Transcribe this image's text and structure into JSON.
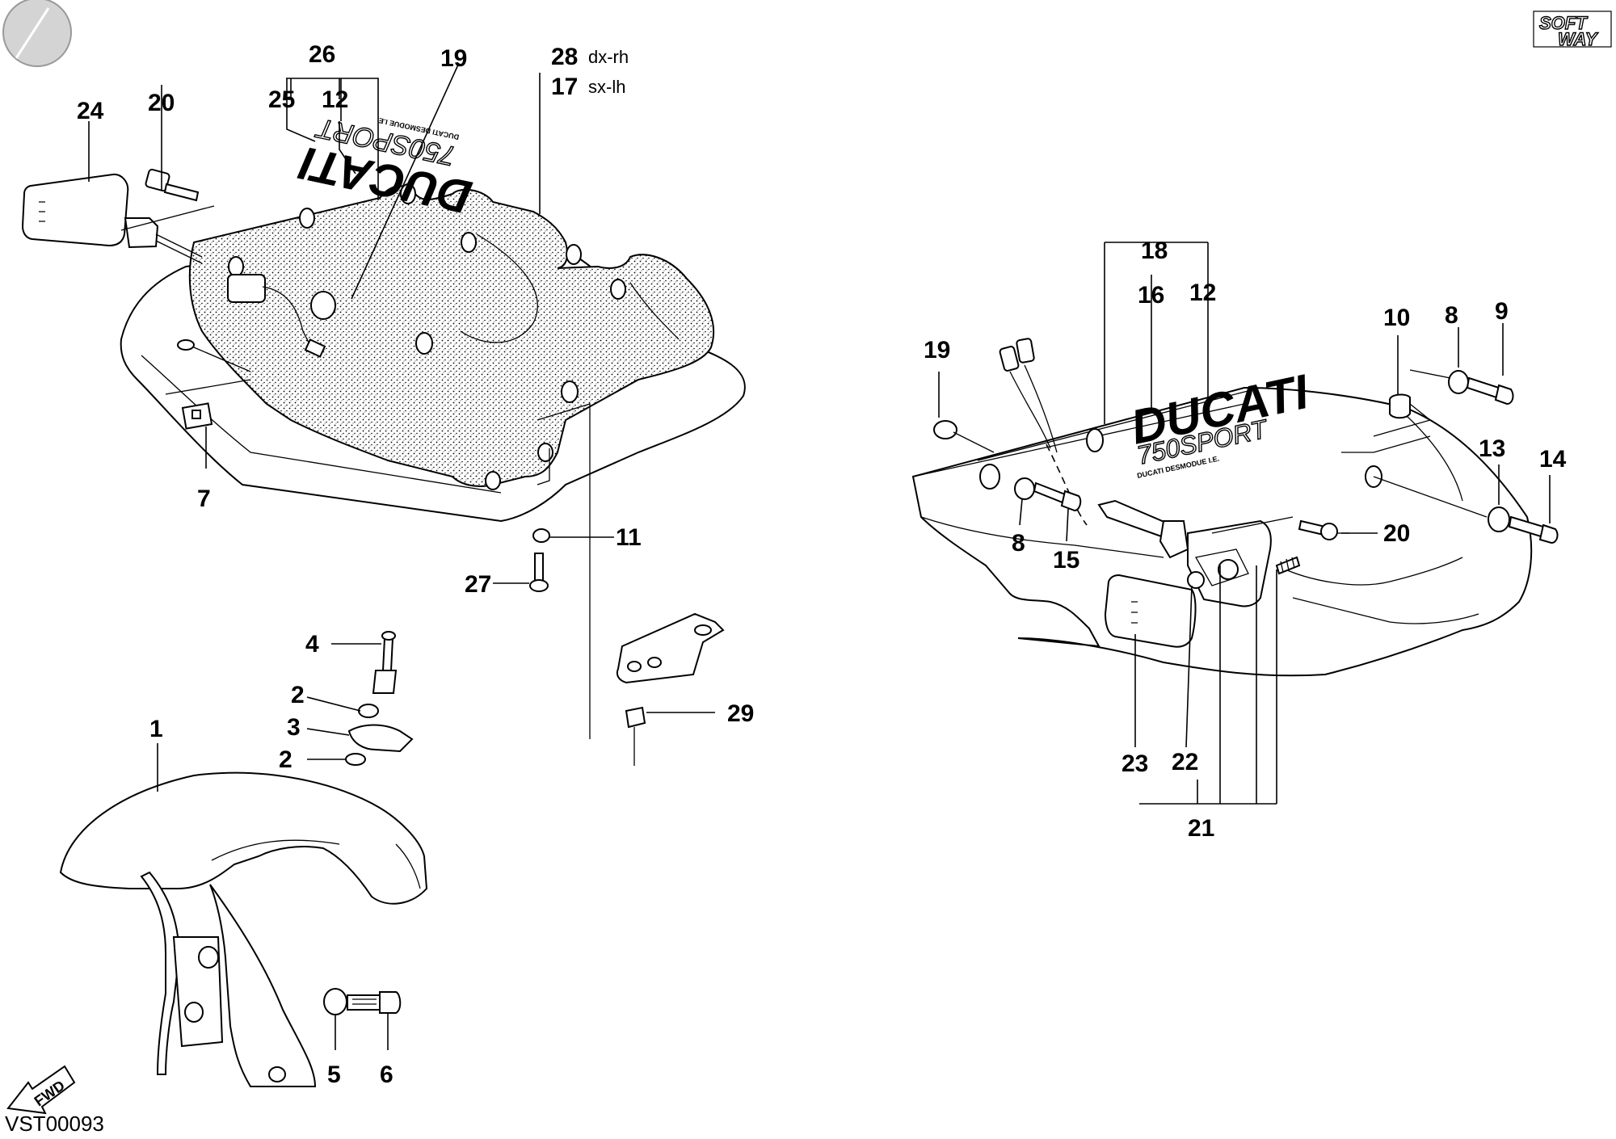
{
  "callouts": {
    "c1": "1",
    "c2a": "2",
    "c2b": "2",
    "c3": "3",
    "c4": "4",
    "c5": "5",
    "c6": "6",
    "c7": "7",
    "c8a": "8",
    "c8b": "8",
    "c9": "9",
    "c10": "10",
    "c11": "11",
    "c12a": "12",
    "c12b": "12",
    "c13": "13",
    "c14": "14",
    "c15": "15",
    "c16": "16",
    "c17": "17",
    "c18": "18",
    "c19a": "19",
    "c19b": "19",
    "c20a": "20",
    "c20b": "20",
    "c21": "21",
    "c22": "22",
    "c23": "23",
    "c24": "24",
    "c25": "25",
    "c26": "26",
    "c27": "27",
    "c28": "28",
    "c29": "29"
  },
  "side_labels": {
    "dx_rh": "dx-rh",
    "sx_lh": "sx-lh"
  },
  "decals": {
    "brand": "DUCATI",
    "model": "750SPORT",
    "small_text": "DUCATI DESMODUE I.E."
  },
  "fwd_label": "FWD",
  "drawing_code": "VST00093",
  "logo": {
    "line1": "SOFT",
    "line2": "WAY"
  }
}
